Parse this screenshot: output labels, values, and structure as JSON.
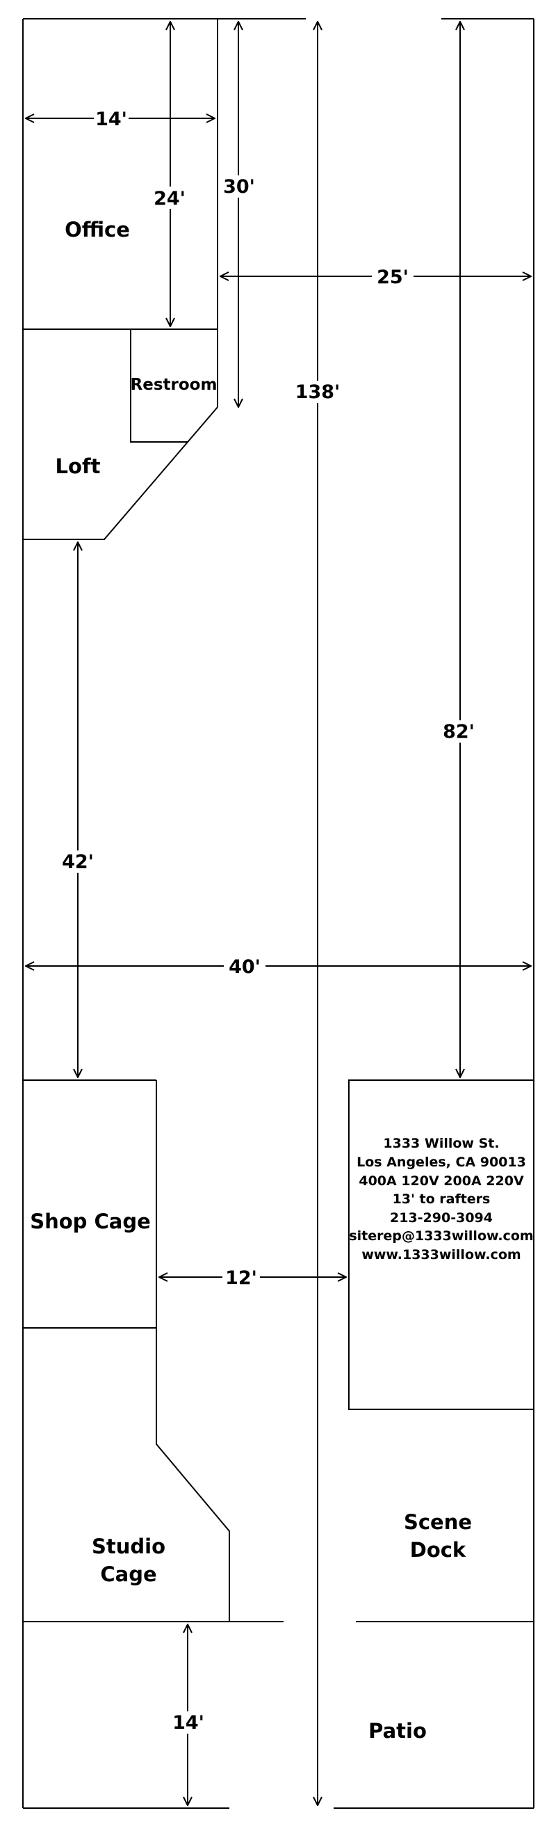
{
  "rooms": {
    "office": "Office",
    "restroom": "Restroom",
    "loft": "Loft",
    "shop_cage": "Shop Cage",
    "studio_cage_line1": "Studio",
    "studio_cage_line2": "Cage",
    "scene_dock_line1": "Scene",
    "scene_dock_line2": "Dock",
    "patio": "Patio"
  },
  "dimensions": {
    "office_width": "14'",
    "office_height": "24'",
    "loft_height": "30'",
    "mezz_width": "25'",
    "overall_length": "138'",
    "right_run": "82'",
    "loft_to_shop": "42'",
    "overall_width": "40'",
    "aisle_width": "12'",
    "patio_depth": "14'"
  },
  "info_box": {
    "lines": [
      "1333 Willow St.",
      "Los Angeles, CA 90013",
      "400A 120V 200A 220V",
      "13' to rafters",
      "213-290-3094",
      "siterep@1333willow.com",
      "www.1333willow.com"
    ]
  }
}
